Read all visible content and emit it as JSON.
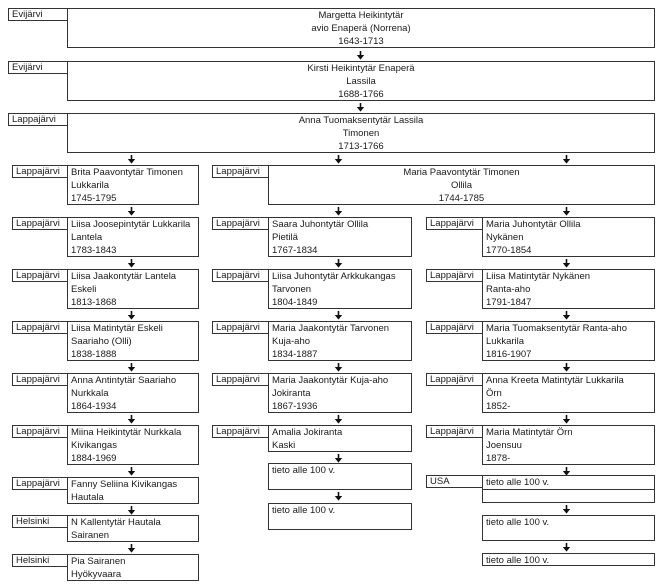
{
  "top": [
    {
      "place": "Evijärvi",
      "lines": [
        "Margetta Heikintytär",
        "avio Enaperä (Norrena)",
        "1643-1713"
      ]
    },
    {
      "place": "Evijärvi",
      "lines": [
        "Kirsti Heikintytär Enaperä",
        "Lassila",
        "1688-1766"
      ]
    },
    {
      "place": "Lappajärvi",
      "lines": [
        "Anna Tuomaksentytär Lassila",
        "Timonen",
        "1713-1766"
      ]
    }
  ],
  "left": [
    {
      "place": "Lappajärvi",
      "lines": [
        "Brita Paavontytär Timonen",
        "Lukkarila",
        "1745-1795"
      ]
    },
    {
      "place": "Lappajärvi",
      "lines": [
        "Liisa Joosepintytär Lukkarila",
        "Lantela",
        "1783-1843"
      ]
    },
    {
      "place": "Lappajärvi",
      "lines": [
        "Liisa Jaakontytär Lantela",
        "Eskeli",
        "1813-1868"
      ]
    },
    {
      "place": "Lappajärvi",
      "lines": [
        "Liisa Matintytär Eskeli",
        "Saariaho (Olli)",
        "1838-1888"
      ]
    },
    {
      "place": "Lappajärvi",
      "lines": [
        "Anna Antintytär Saariaho",
        "Nurkkala",
        "1864-1934"
      ]
    },
    {
      "place": "Lappajärvi",
      "lines": [
        "Miina Heikintytär Nurkkala",
        "Kivikangas",
        "1884-1969"
      ]
    },
    {
      "place": "Lappajärvi",
      "lines": [
        "Fanny Seliina Kivikangas",
        "Hautala"
      ]
    },
    {
      "place": "Helsinki",
      "lines": [
        "N Kallentytär Hautala",
        "Sairanen"
      ]
    },
    {
      "place": "Helsinki",
      "lines": [
        "Pia Sairanen",
        "Hyökyvaara"
      ]
    }
  ],
  "branch": {
    "place": "Lappajärvi",
    "lines": [
      "Maria Paavontytär Timonen",
      "Ollila",
      "1744-1785"
    ]
  },
  "middle": [
    {
      "place": "Lappajärvi",
      "lines": [
        "Saara Juhontytär Ollila",
        "Pietilä",
        "1767-1834"
      ]
    },
    {
      "place": "Lappajärvi",
      "lines": [
        "Liisa Juhontytär Arkkukangas",
        "Tarvonen",
        "1804-1849"
      ]
    },
    {
      "place": "Lappajärvi",
      "lines": [
        "Maria Jaakontytär Tarvonen",
        "Kuja-aho",
        "1834-1887"
      ]
    },
    {
      "place": "Lappajärvi",
      "lines": [
        "Maria Jaakontytär Kuja-aho",
        "Jokiranta",
        "1867-1936"
      ]
    },
    {
      "place": "Lappajärvi",
      "lines": [
        "Amalia Jokiranta",
        "Kaski"
      ]
    },
    {
      "place": "",
      "lines": [
        "tieto alle 100 v."
      ]
    },
    {
      "place": "",
      "lines": [
        "tieto alle 100 v."
      ]
    }
  ],
  "right": [
    {
      "place": "Lappajärvi",
      "lines": [
        "Maria Juhontytär Ollila",
        "Nykänen",
        "1770-1854"
      ]
    },
    {
      "place": "Lappajärvi",
      "lines": [
        "Liisa Matintytär Nykänen",
        "Ranta-aho",
        "1791-1847"
      ]
    },
    {
      "place": "Lappajärvi",
      "lines": [
        "Maria Tuomaksentytär Ranta-aho",
        "Lukkarila",
        "1816-1907"
      ]
    },
    {
      "place": "Lappajärvi",
      "lines": [
        "Anna Kreeta Matintytär Lukkarila",
        "Örn",
        "1852-"
      ]
    },
    {
      "place": "Lappajärvi",
      "lines": [
        "Maria Matintytär Örn",
        "Joensuu",
        "1878-"
      ]
    },
    {
      "place": "USA",
      "lines": [
        "tieto alle 100 v."
      ]
    },
    {
      "place": "",
      "lines": [
        "tieto alle 100 v."
      ]
    },
    {
      "place": "",
      "lines": [
        "tieto alle 100 v."
      ]
    }
  ]
}
